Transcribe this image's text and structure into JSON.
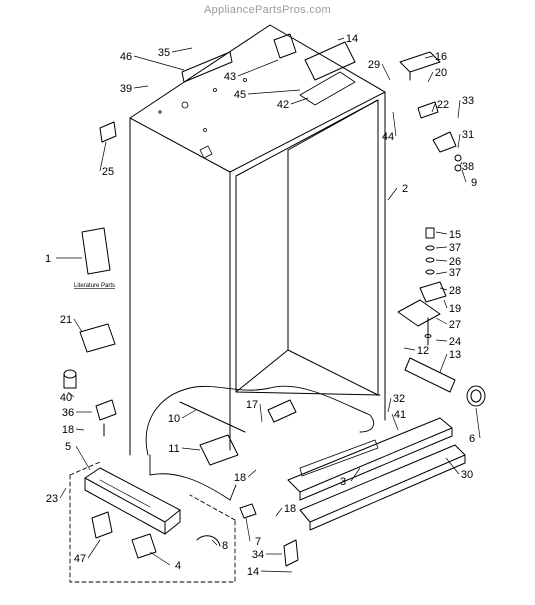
{
  "watermark": "AppliancePartsPros.com",
  "literature_label": "Literature Parts",
  "callouts": [
    "1",
    "2",
    "3",
    "4",
    "5",
    "6",
    "7",
    "8",
    "9",
    "10",
    "11",
    "12",
    "13",
    "14",
    "14",
    "15",
    "16",
    "17",
    "18",
    "18",
    "18",
    "19",
    "20",
    "21",
    "22",
    "23",
    "24",
    "25",
    "26",
    "27",
    "28",
    "29",
    "30",
    "31",
    "32",
    "33",
    "34",
    "35",
    "36",
    "37",
    "37",
    "38",
    "39",
    "40",
    "41",
    "42",
    "43",
    "44",
    "45",
    "46",
    "47"
  ]
}
